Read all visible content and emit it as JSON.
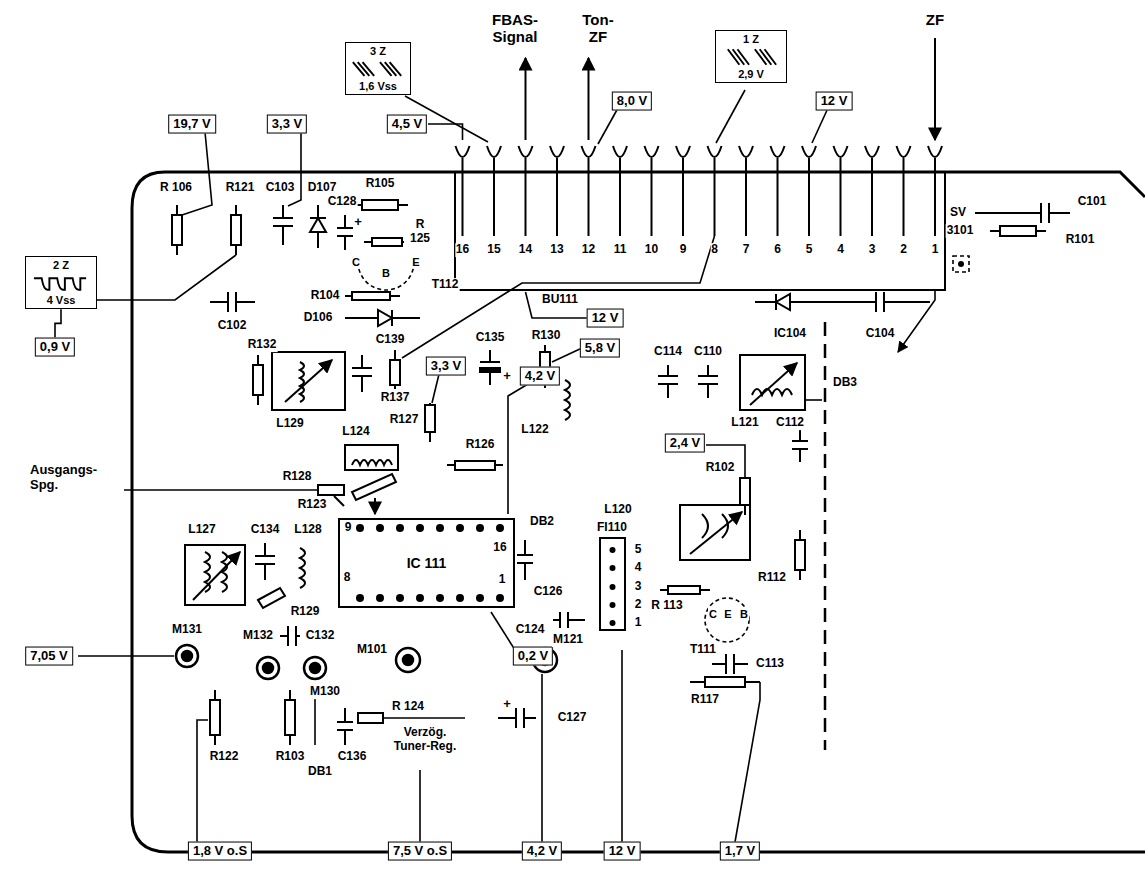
{
  "diagram": {
    "nodes": [
      {
        "text": [
          "3 Z",
          "1,6 Vss"
        ]
      },
      {
        "text": [
          "1 Z",
          "2,9 V"
        ]
      },
      {
        "text": [
          "19,7 V"
        ]
      },
      {
        "text": [
          "3,3 V"
        ]
      },
      {
        "text": [
          "4,5 V"
        ]
      },
      {
        "text": [
          "8,0 V"
        ]
      },
      {
        "text": [
          "12 V"
        ]
      },
      {
        "text": [
          "2 Z",
          "4 Vss"
        ]
      },
      {
        "text": [
          "0,9 V"
        ]
      },
      {
        "text": [
          "12 V"
        ]
      },
      {
        "text": [
          "5,8 V"
        ]
      },
      {
        "text": [
          "3,3 V"
        ]
      },
      {
        "text": [
          "4,2 V"
        ]
      },
      {
        "text": [
          "2,4 V"
        ]
      },
      {
        "text": [
          "IC 111"
        ]
      },
      {
        "text": [
          "7,05 V"
        ]
      },
      {
        "text": [
          "0,2 V"
        ]
      },
      {
        "text": [
          "1,8 V o.S"
        ]
      },
      {
        "text": [
          "7,5 V o.S"
        ]
      },
      {
        "text": [
          "4,2 V"
        ]
      },
      {
        "text": [
          "12 V"
        ]
      },
      {
        "text": [
          "1,7 V"
        ]
      }
    ],
    "edges": [
      {
        "from": 7,
        "to": 8,
        "arrow": "none"
      }
    ],
    "labels": [
      "FBAS- Signal",
      "Ton- ZF",
      "ZF",
      "R 106",
      "R121",
      "C103",
      "D107",
      "R105",
      "C128",
      "R 125",
      "C",
      "B",
      "E",
      "T112",
      "R104",
      "C102",
      "D106",
      "R132",
      "C139",
      "L129",
      "L124",
      "R137",
      "R127",
      "C135",
      "+",
      "R130",
      "L122",
      "C114",
      "C110",
      "IC104",
      "C104",
      "DB3",
      "L121",
      "C112",
      "R102",
      "BU111",
      "16",
      "15",
      "14",
      "13",
      "12",
      "11",
      "10",
      "9",
      "8",
      "7",
      "6",
      "5",
      "4",
      "3",
      "2",
      "1",
      "SV",
      "3101",
      "C101",
      "R101",
      "Ausgangs- Spg.",
      "R128",
      "R123",
      "R126",
      "DB2",
      "L120",
      "FI110",
      "5",
      "4",
      "3",
      "2",
      "1",
      "R 113",
      "L127",
      "C134",
      "L128",
      "9",
      "8",
      "16",
      "1",
      "C126",
      "C124",
      "R129",
      "C132",
      "C",
      "E",
      "B",
      "T111",
      "R112",
      "C113",
      "R117",
      "M131",
      "M132",
      "M130",
      "M101",
      "M121",
      "R122",
      "R103",
      "DB1",
      "C136",
      "R 124",
      "Verzög. Tuner-Reg.",
      "C127",
      "+",
      "+"
    ]
  }
}
